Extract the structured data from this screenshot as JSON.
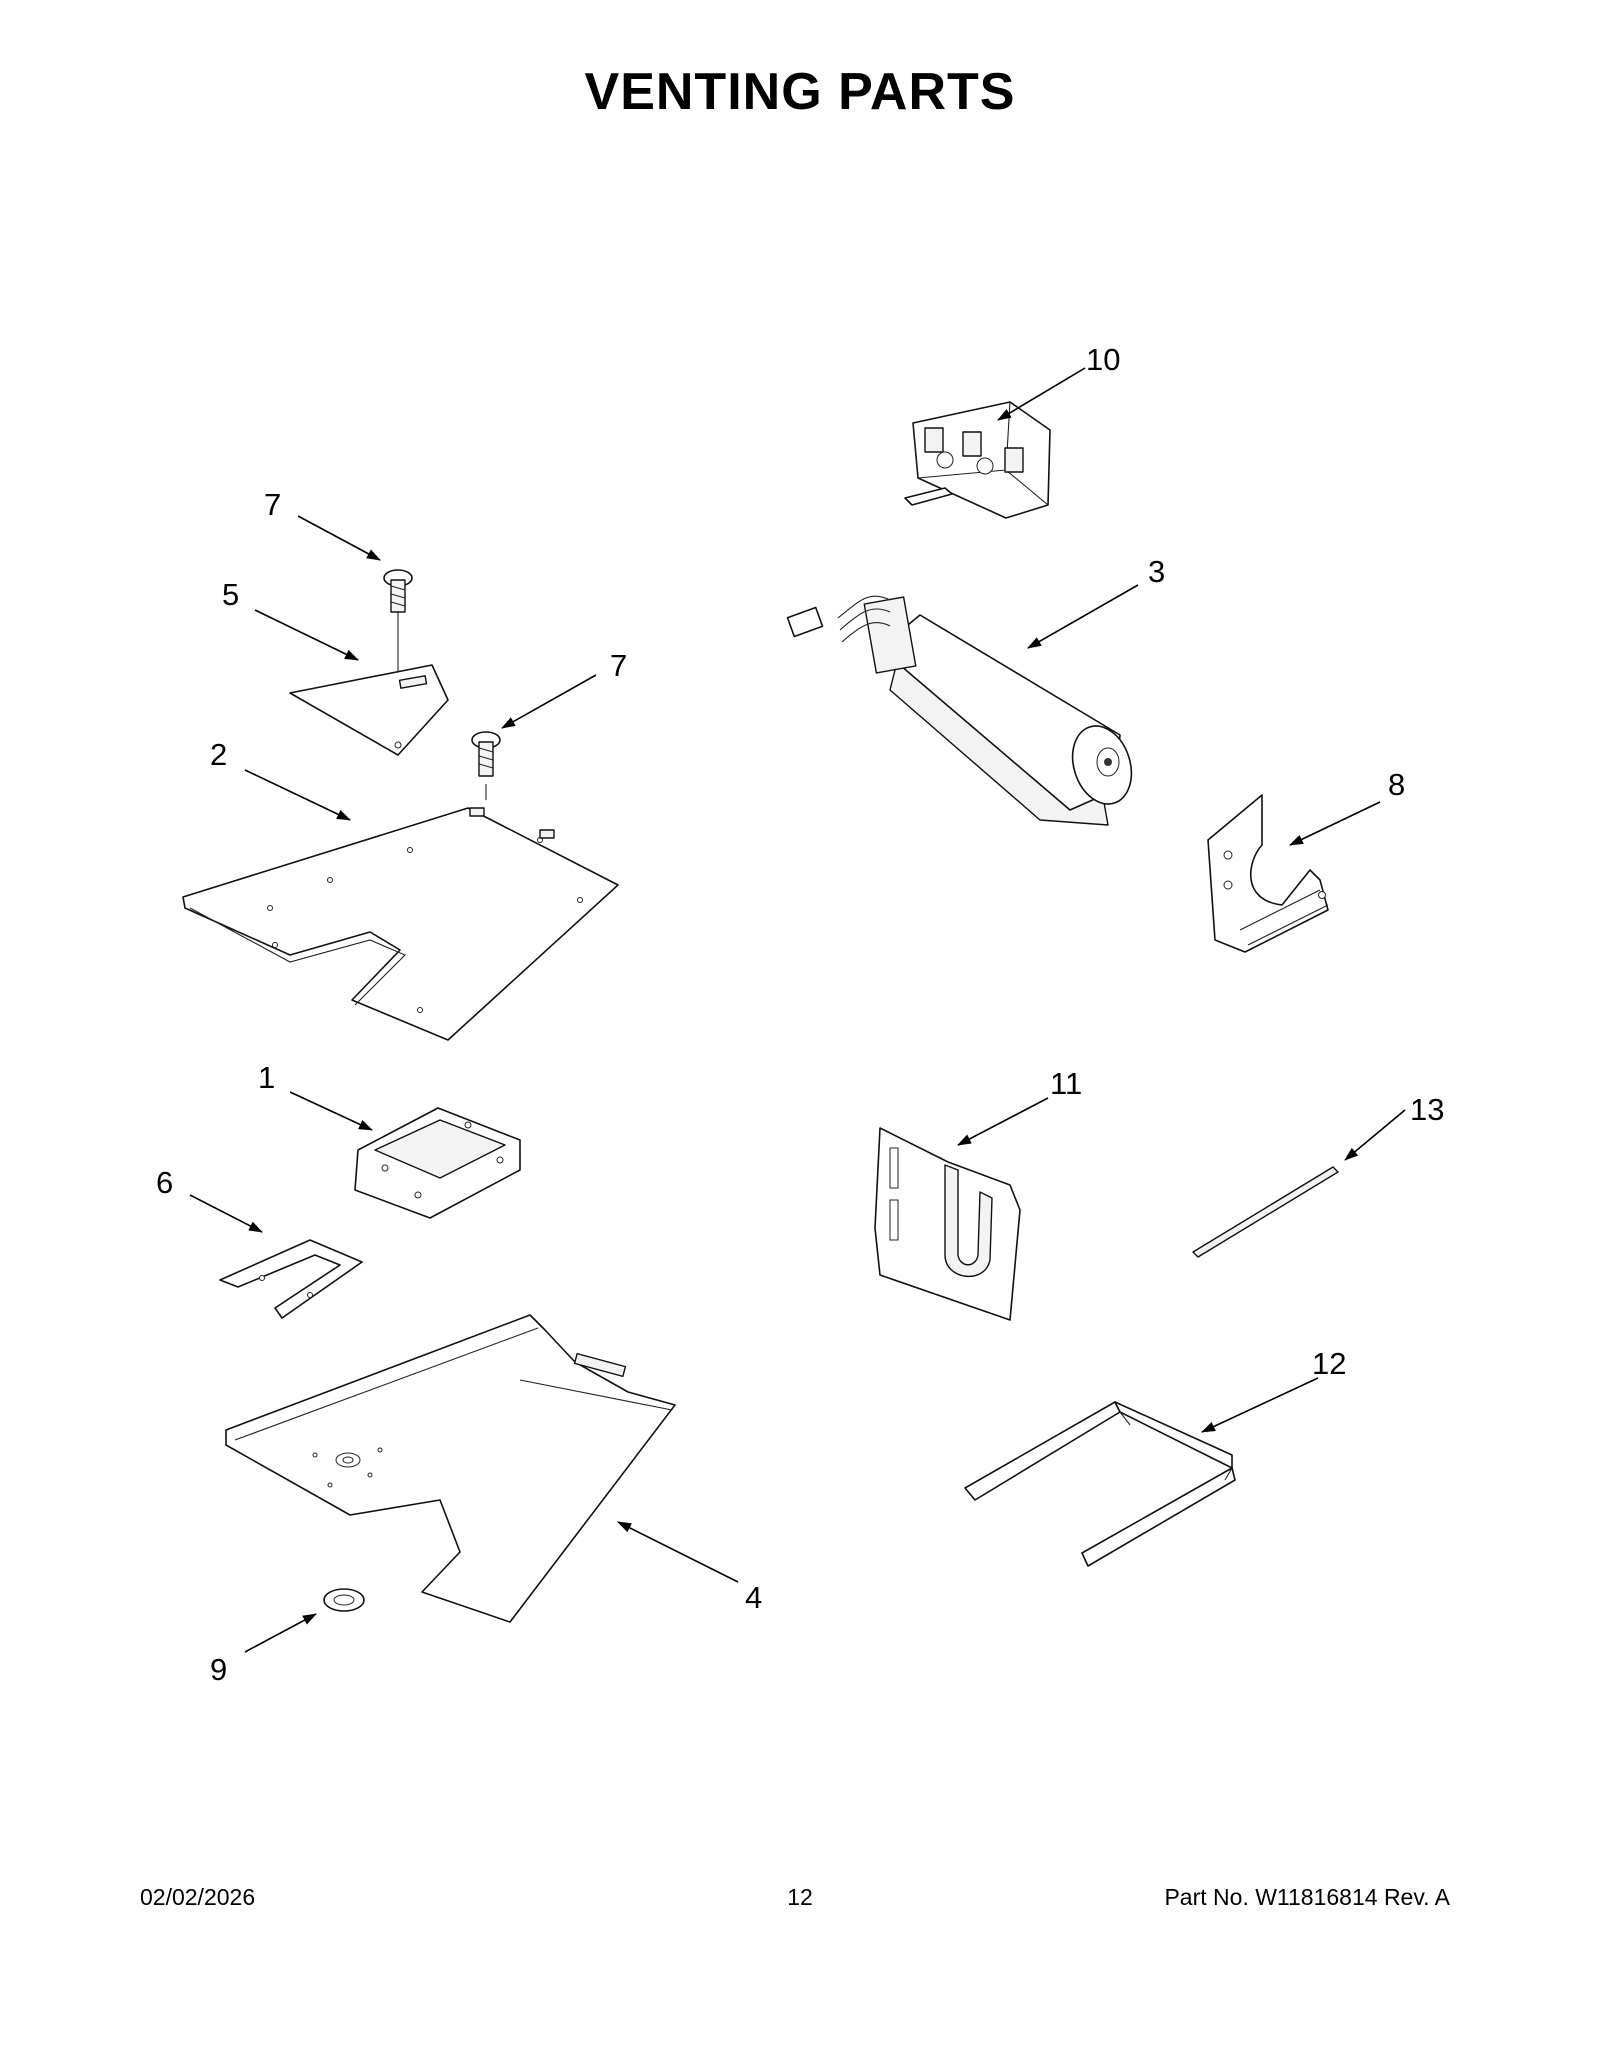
{
  "page": {
    "title": "VENTING PARTS"
  },
  "callouts": {
    "c1": "1",
    "c2": "2",
    "c3": "3",
    "c4": "4",
    "c5": "5",
    "c6": "6",
    "c7a": "7",
    "c7b": "7",
    "c8": "8",
    "c9": "9",
    "c10": "10",
    "c11": "11",
    "c12": "12",
    "c13": "13"
  },
  "footer": {
    "date": "02/02/2026",
    "page_number": "12",
    "part_no": "Part No.  W11816814  Rev.  A"
  }
}
